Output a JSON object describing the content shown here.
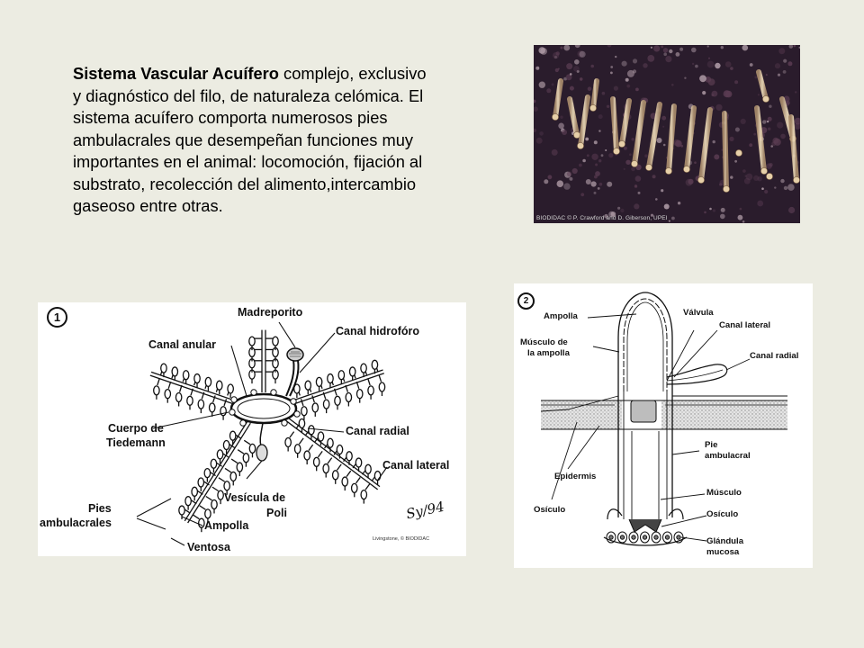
{
  "description": {
    "bold": "Sistema Vascular Acuífero",
    "text": " complejo, exclusivo y diagnóstico del filo, de naturaleza celómica. El sistema acuífero comporta numerosos pies ambulacrales que desempeñan funciones muy importantes en el animal: locomoción, fijación al substrato, recolección del alimento,intercambio gaseoso entre otras."
  },
  "photo": {
    "credit": "BIODIDAC © P. Crawford and D. Giberson, UPEI",
    "colors": {
      "background": "#2a1c2c",
      "feet": "#e6cfa8"
    }
  },
  "diagram1": {
    "number": "1",
    "labels": {
      "madreporito": "Madreporito",
      "canal_hidroforo": "Canal hidrofóro",
      "canal_anular": "Canal anular",
      "cuerpo_line1": "Cuerpo de",
      "cuerpo_line2": "Tiedemann",
      "canal_radial": "Canal radial",
      "canal_lateral": "Canal lateral",
      "vesicula_line1": "Vesícula de",
      "vesicula_line2": "Poli",
      "pies_line1": "Pies",
      "pies_line2": "ambulacrales",
      "ampolla": "Ampolla",
      "ventosa": "Ventosa"
    },
    "signature": "Sy/94",
    "credit": "Livingstone, © BIODIDAC"
  },
  "diagram2": {
    "number": "2",
    "labels": {
      "ampolla": "Ampolla",
      "musculo_line1": "Músculo de",
      "musculo_line2": "la ampolla",
      "valvula": "Válvula",
      "canal_lateral": "Canal lateral",
      "canal_radial": "Canal radial",
      "pie_line1": "Pie",
      "pie_line2": "ambulacral",
      "epidermis": "Epidermis",
      "musculo": "Músculo",
      "osiculo_left": "Osículo",
      "osiculo_right": "Osículo",
      "glandula_line1": "Glándula",
      "glandula_line2": "mucosa"
    }
  }
}
